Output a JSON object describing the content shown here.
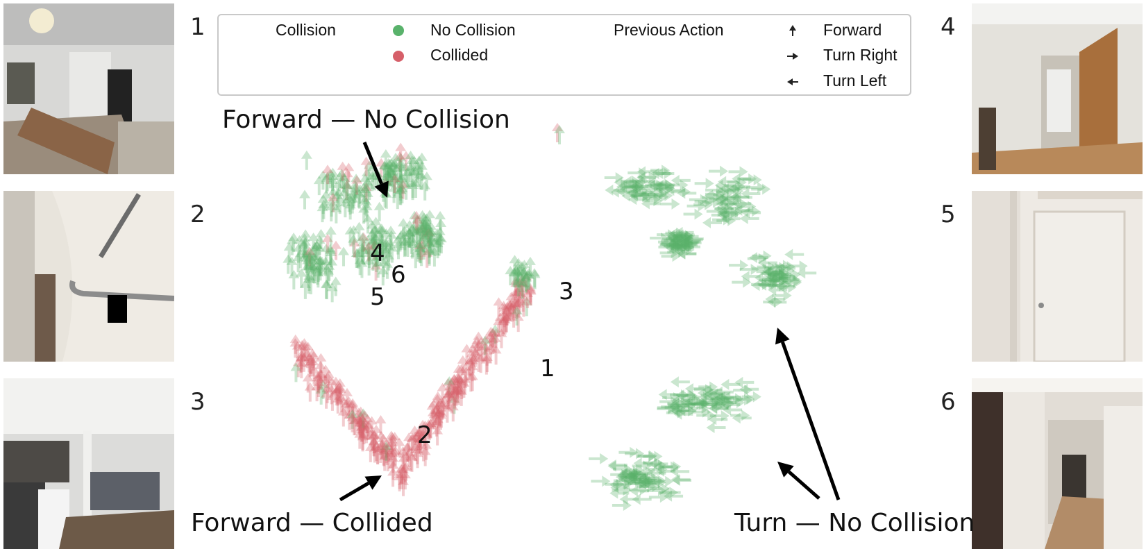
{
  "legend": {
    "collision_title": "Collision",
    "no_collision": "No Collision",
    "collided": "Collided",
    "action_title": "Previous Action",
    "forward": "Forward",
    "turn_right": "Turn Right",
    "turn_left": "Turn Left"
  },
  "colors": {
    "no_collision": "#59b26b",
    "collided": "#d65f69"
  },
  "thumbnails": [
    {
      "num": "1",
      "scene": "bedroom"
    },
    {
      "num": "2",
      "scene": "hallway-railing"
    },
    {
      "num": "3",
      "scene": "kitchen-living"
    },
    {
      "num": "4",
      "scene": "open-doorway"
    },
    {
      "num": "5",
      "scene": "closed-door"
    },
    {
      "num": "6",
      "scene": "hall-pillar"
    }
  ],
  "annotations": {
    "forward_no_collision": "Forward — No Collision",
    "forward_collided": "Forward — Collided",
    "turn_no_collision": "Turn — No Collision"
  },
  "chart_data": {
    "type": "scatter",
    "title": "",
    "xlabel": "",
    "ylabel": "",
    "series": [
      {
        "name": "No Collision",
        "marker": "Forward",
        "region": "upper-left cluster"
      },
      {
        "name": "Collided",
        "marker": "Forward",
        "region": "lower U-shaped cluster"
      },
      {
        "name": "No Collision",
        "marker": "Turn Right / Turn Left",
        "region": "right clusters"
      }
    ],
    "point_labels": [
      "1",
      "2",
      "3",
      "4",
      "5",
      "6"
    ],
    "grid": false,
    "legend_position": "top"
  }
}
